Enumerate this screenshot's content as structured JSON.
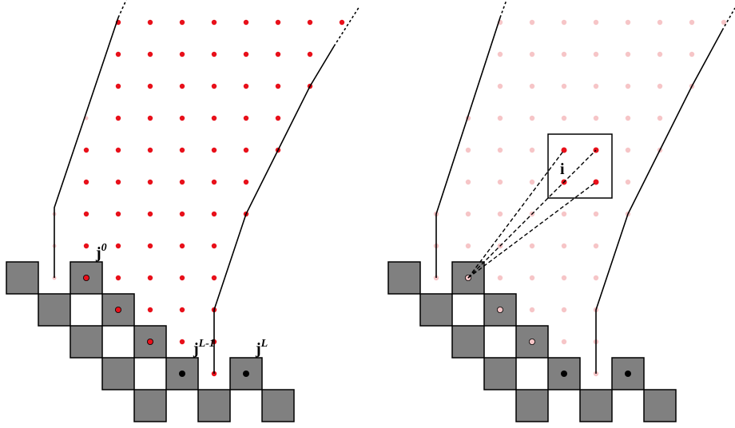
{
  "colors": {
    "square_fill": "#808080",
    "square_stroke": "#000000",
    "dot_active": "#e8101a",
    "dot_faded": "#f6c5c7",
    "line": "#000000",
    "marker": "#000000"
  },
  "left_panel": {
    "labels": {
      "j0_base": "j",
      "j0_sup": "0",
      "jL1_base": "j",
      "jL1_sup": "L-1",
      "jL_base": "j",
      "jL_sup": "L"
    }
  },
  "right_panel": {
    "labels": {
      "i": "i"
    }
  }
}
